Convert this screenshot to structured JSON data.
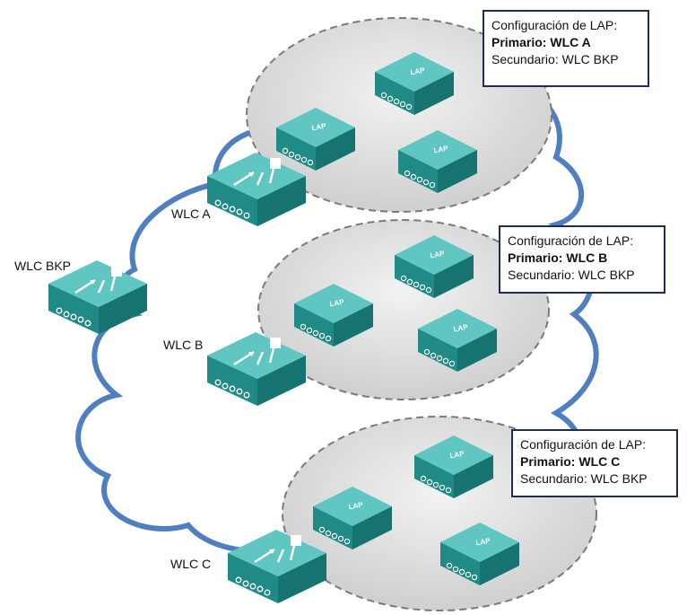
{
  "controllers": {
    "wlc_a": "WLC A",
    "wlc_b": "WLC B",
    "wlc_c": "WLC C",
    "wlc_bkp": "WLC BKP"
  },
  "ap_label": "LAP",
  "config_boxes": [
    {
      "title": "Configuración de LAP:",
      "primary_label": "Primario:",
      "primary_value": "WLC A",
      "secondary": "Secundario: WLC BKP"
    },
    {
      "title": "Configuración de LAP:",
      "primary_label": "Primario:",
      "primary_value": "WLC B",
      "secondary": "Secundario: WLC BKP"
    },
    {
      "title": "Configuración de LAP:",
      "primary_label": "Primario:",
      "primary_value": "WLC C",
      "secondary": "Secundario: WLC BKP"
    }
  ],
  "colors": {
    "device_teal": "#2a9d9a",
    "cloud_blue": "#4f7fc0",
    "zone_fill": "#d9d9d9",
    "box_border": "#1f2d55"
  }
}
